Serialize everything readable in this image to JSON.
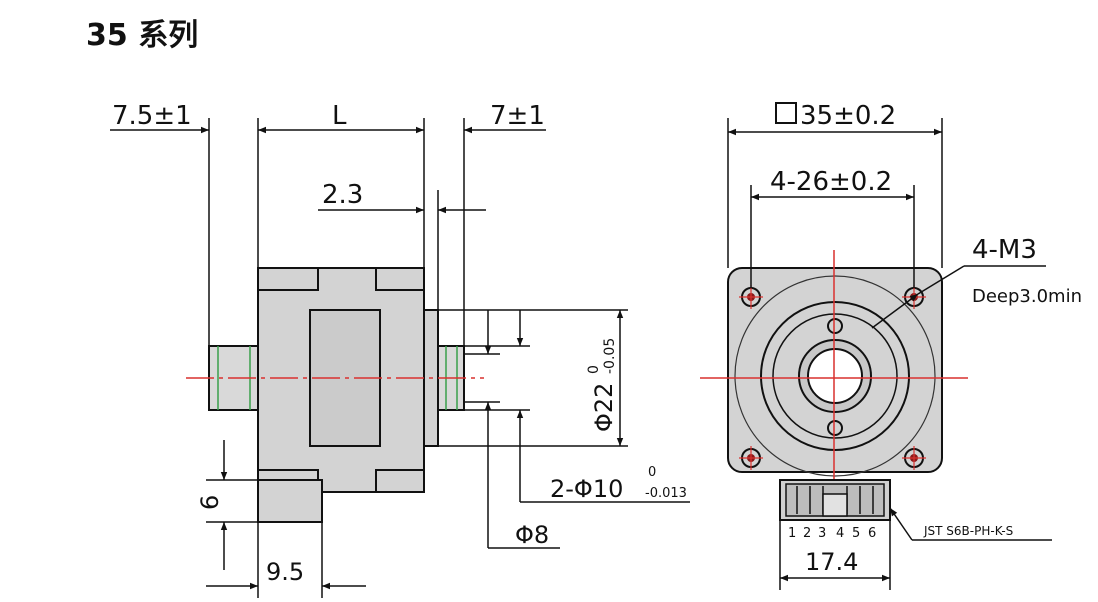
{
  "title": "35 系列",
  "side_view": {
    "dim_shaft_front": "7.5±1",
    "dim_length": "L",
    "dim_shaft_rear": "7±1",
    "dim_boss": "2.3",
    "dim_boss_dia_main": "Φ22",
    "dim_boss_dia_tol_upper": "0",
    "dim_boss_dia_tol_lower": "-0.05",
    "dim_shaft_dia_main": "2-Φ10",
    "dim_shaft_dia_tol_upper": "0",
    "dim_shaft_dia_tol_lower": "-0.013",
    "dim_flat_dia": "Φ8",
    "dim_connector_height": "6",
    "dim_connector_width": "9.5"
  },
  "front_view": {
    "dim_square": "35±0.2",
    "dim_hole_spacing": "4-26±0.2",
    "dim_thread": "4-M3",
    "dim_thread_depth": "Deep3.0min",
    "pin_numbers": [
      "1",
      "2",
      "3",
      "4",
      "5",
      "6"
    ],
    "dim_connector_width": "17.4",
    "connector_label": "JST S6B-PH-K-S"
  }
}
